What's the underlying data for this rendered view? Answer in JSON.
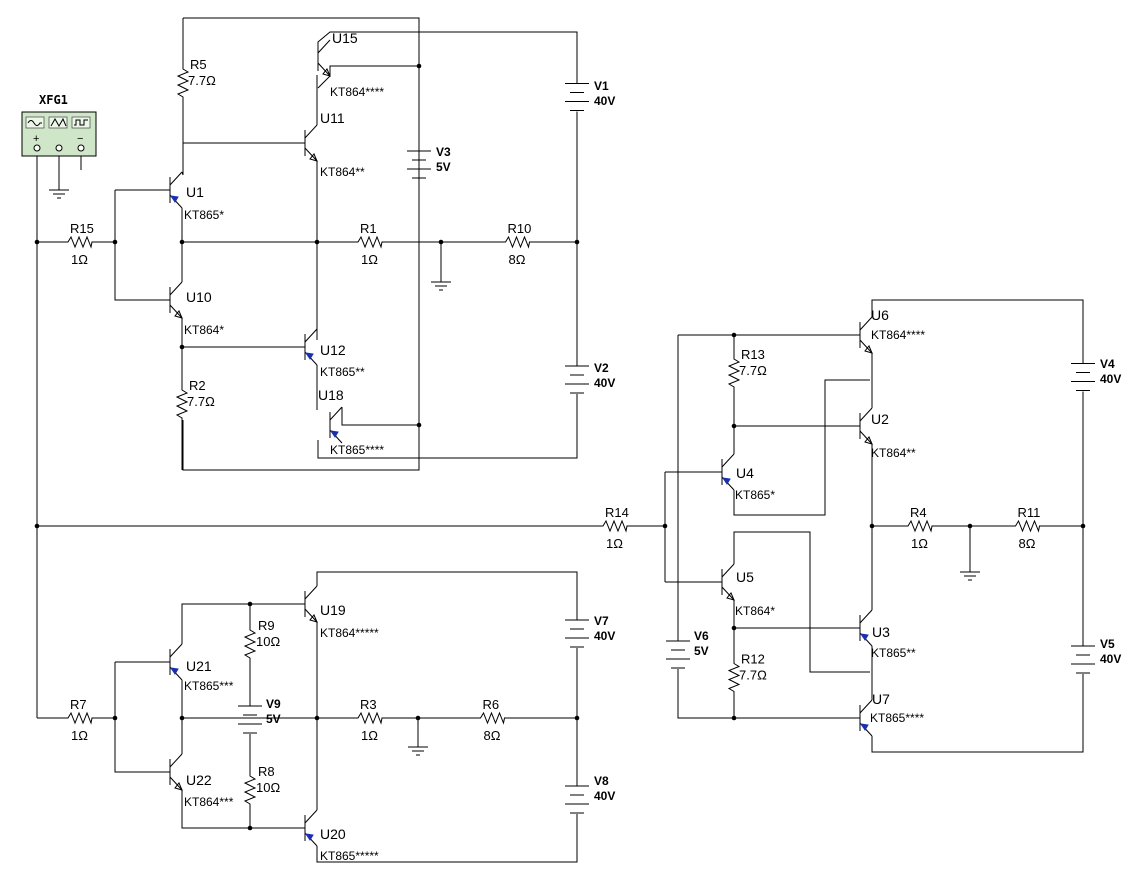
{
  "generator": {
    "label": "XFG1",
    "terminals": [
      "+",
      "",
      "−"
    ]
  },
  "transistors": {
    "U15": {
      "label": "U15",
      "type": "KT864****"
    },
    "U11": {
      "label": "U11",
      "type": "KT864**"
    },
    "U1": {
      "label": "U1",
      "type": "KT865*"
    },
    "U10": {
      "label": "U10",
      "type": "KT864*"
    },
    "U12": {
      "label": "U12",
      "type": "KT865**"
    },
    "U18": {
      "label": "U18",
      "type": "KT865****"
    },
    "U19": {
      "label": "U19",
      "type": "KT864*****"
    },
    "U21": {
      "label": "U21",
      "type": "KT865***"
    },
    "U22": {
      "label": "U22",
      "type": "KT864***"
    },
    "U20": {
      "label": "U20",
      "type": "KT865*****"
    },
    "U6": {
      "label": "U6",
      "type": "KT864****"
    },
    "U2": {
      "label": "U2",
      "type": "KT864**"
    },
    "U4": {
      "label": "U4",
      "type": "KT865*"
    },
    "U5": {
      "label": "U5",
      "type": "KT864*"
    },
    "U3": {
      "label": "U3",
      "type": "KT865**"
    },
    "U7": {
      "label": "U7",
      "type": "KT865****"
    }
  },
  "resistors": {
    "R5": {
      "label": "R5",
      "value": "7.7Ω"
    },
    "R2": {
      "label": "R2",
      "value": "7.7Ω"
    },
    "R15": {
      "label": "R15",
      "value": "1Ω"
    },
    "R1": {
      "label": "R1",
      "value": "1Ω"
    },
    "R10": {
      "label": "R10",
      "value": "8Ω"
    },
    "R14": {
      "label": "R14",
      "value": "1Ω"
    },
    "R7": {
      "label": "R7",
      "value": "1Ω"
    },
    "R9": {
      "label": "R9",
      "value": "10Ω"
    },
    "R8": {
      "label": "R8",
      "value": "10Ω"
    },
    "R3": {
      "label": "R3",
      "value": "1Ω"
    },
    "R6": {
      "label": "R6",
      "value": "8Ω"
    },
    "R13": {
      "label": "R13",
      "value": "7.7Ω"
    },
    "R12": {
      "label": "R12",
      "value": "7.7Ω"
    },
    "R4": {
      "label": "R4",
      "value": "1Ω"
    },
    "R11": {
      "label": "R11",
      "value": "8Ω"
    }
  },
  "batteries": {
    "V1": {
      "label": "V1",
      "value": "40V"
    },
    "V2": {
      "label": "V2",
      "value": "40V"
    },
    "V3": {
      "label": "V3",
      "value": "5V"
    },
    "V7": {
      "label": "V7",
      "value": "40V"
    },
    "V8": {
      "label": "V8",
      "value": "40V"
    },
    "V9": {
      "label": "V9",
      "value": "5V"
    },
    "V4": {
      "label": "V4",
      "value": "40V"
    },
    "V5": {
      "label": "V5",
      "value": "40V"
    },
    "V6": {
      "label": "V6",
      "value": "5V"
    }
  }
}
